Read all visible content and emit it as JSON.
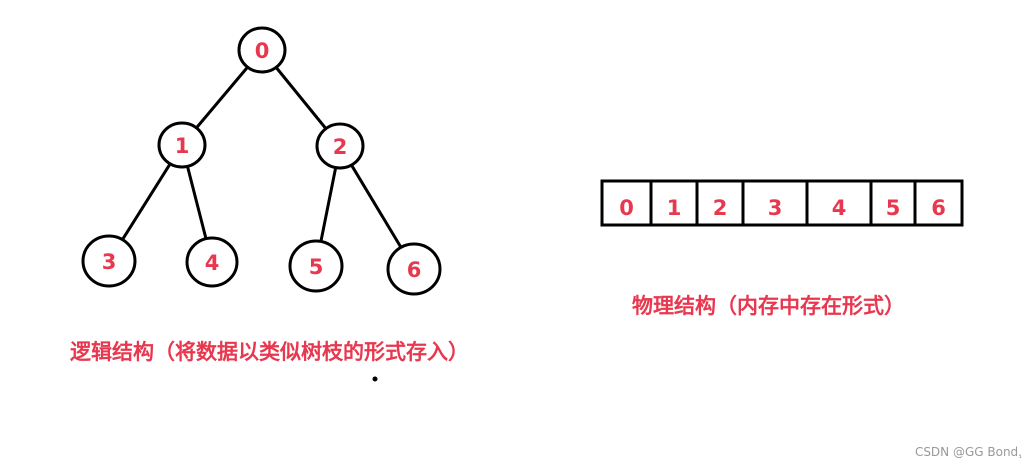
{
  "colors": {
    "accent": "#e8384f",
    "stroke": "#000000"
  },
  "tree": {
    "nodes": [
      "0",
      "1",
      "2",
      "3",
      "4",
      "5",
      "6"
    ],
    "edges": [
      [
        "0",
        "1"
      ],
      [
        "0",
        "2"
      ],
      [
        "1",
        "3"
      ],
      [
        "1",
        "4"
      ],
      [
        "2",
        "5"
      ],
      [
        "2",
        "6"
      ]
    ]
  },
  "array": {
    "cells": [
      "0",
      "1",
      "2",
      "3",
      "4",
      "5",
      "6"
    ]
  },
  "captions": {
    "logical": "逻辑结构（将数据以类似树枝的形式存入）",
    "physical": "物理结构（内存中存在形式）"
  },
  "watermark": "CSDN @GG Bond.ฺ"
}
